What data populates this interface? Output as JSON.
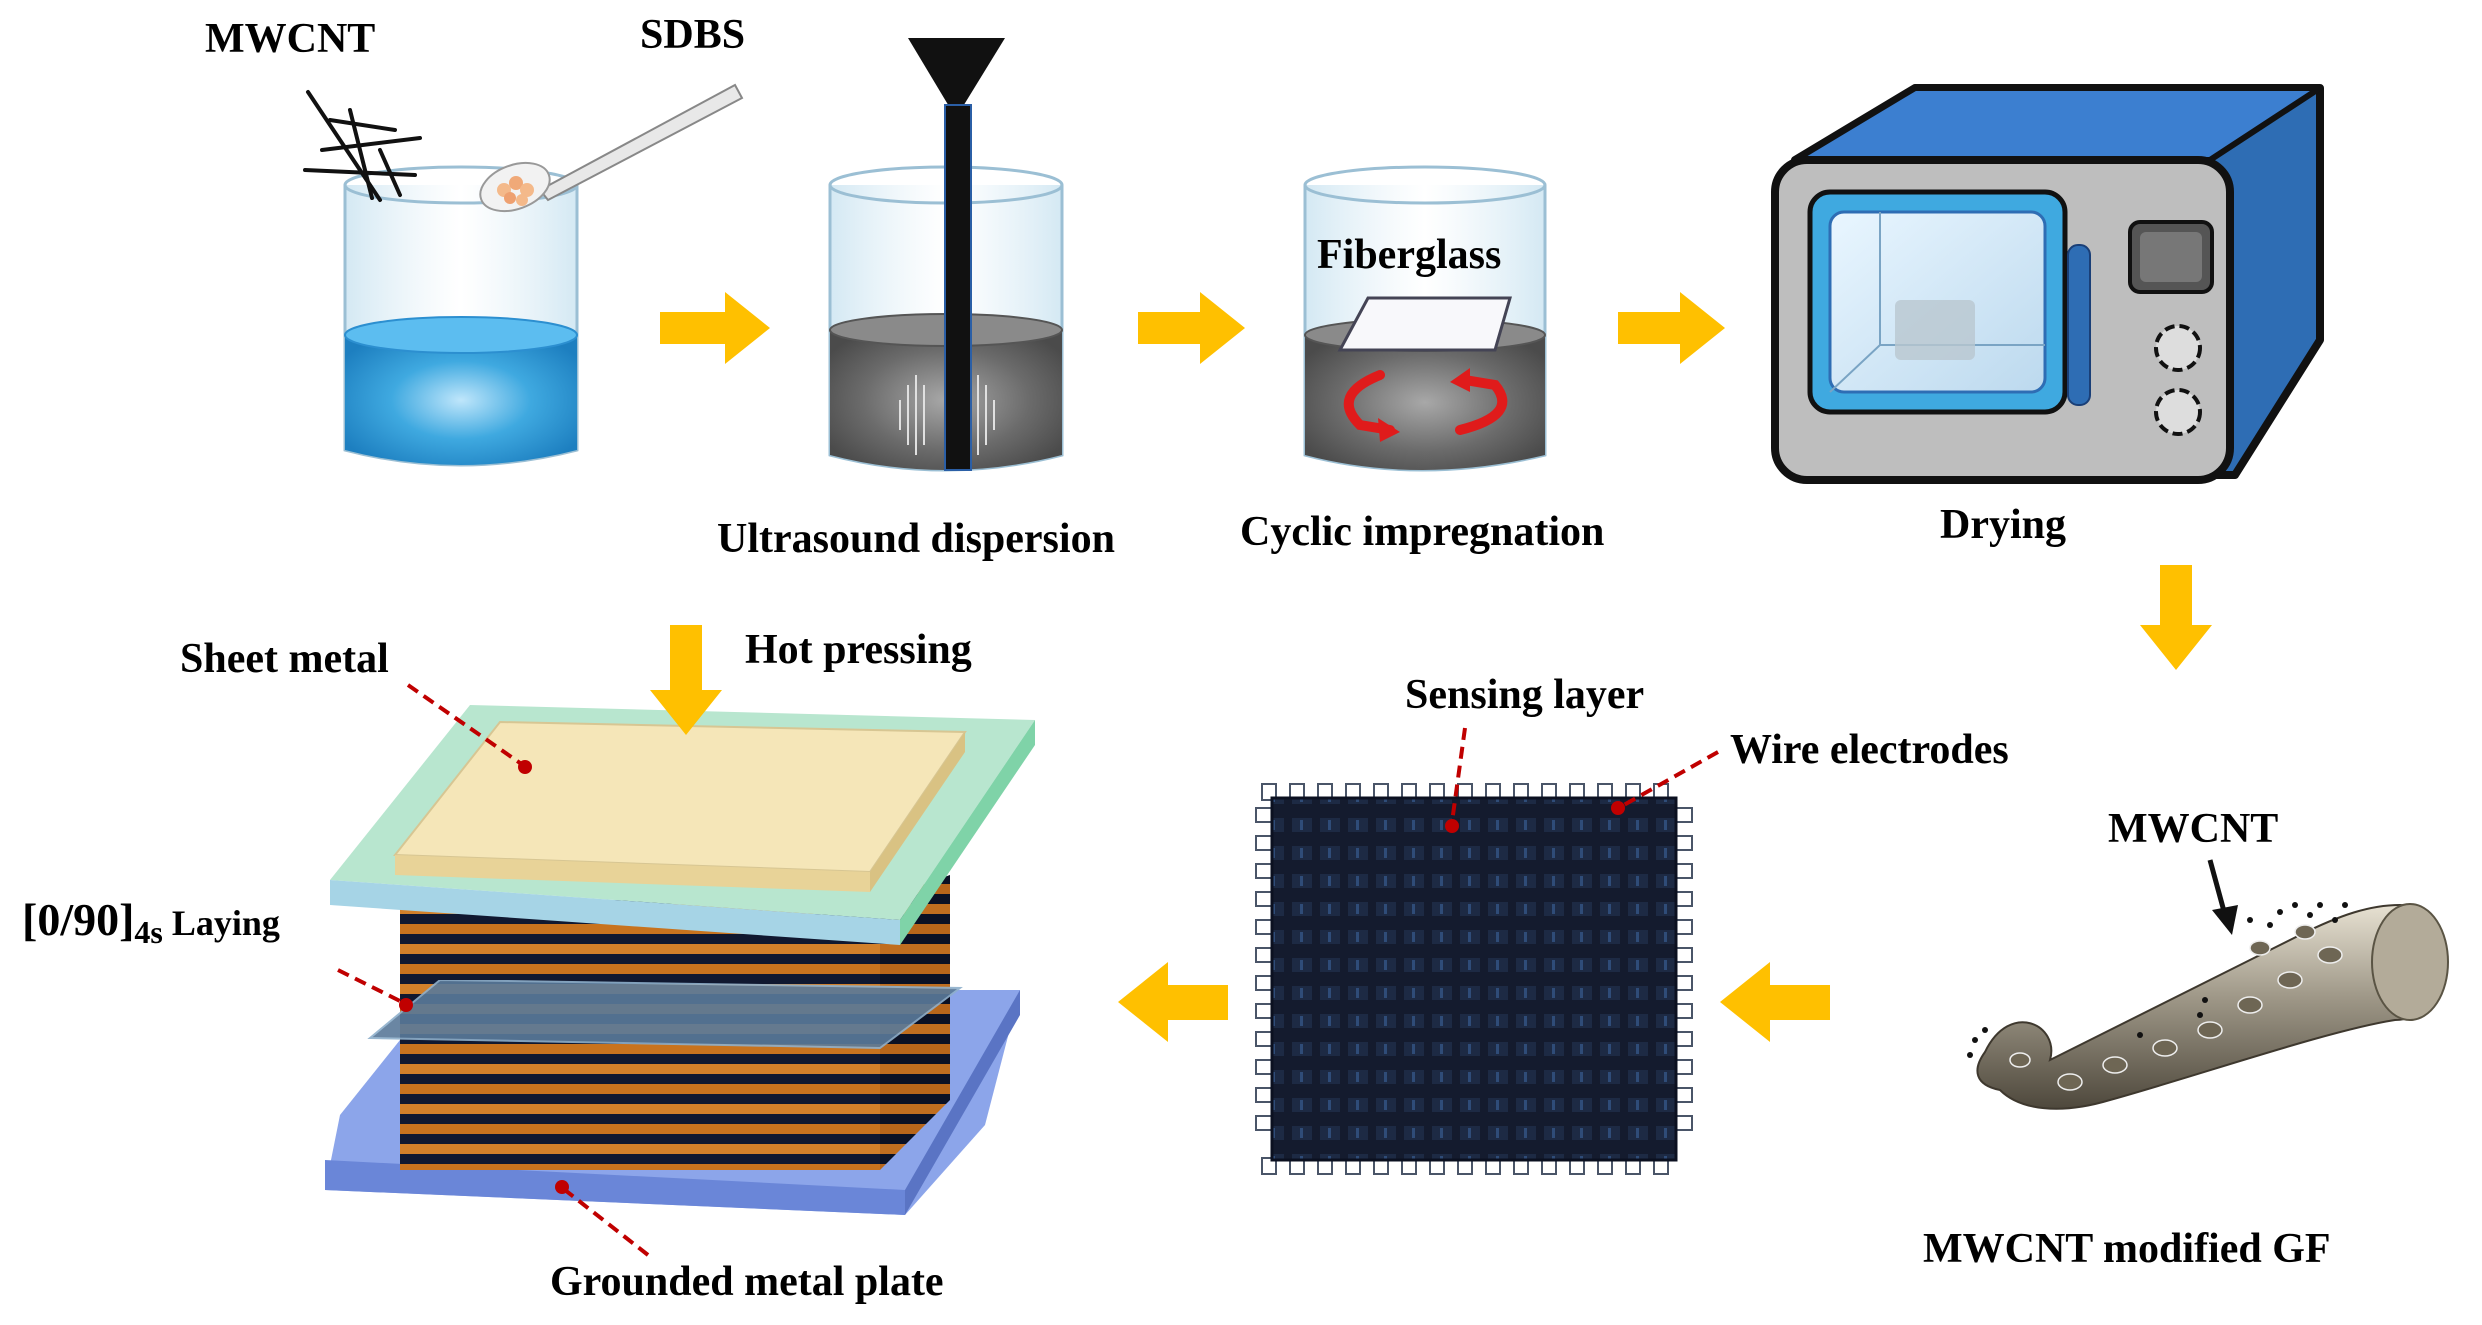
{
  "labels": {
    "mwcnt_top": "MWCNT",
    "sdbs": "SDBS",
    "fiberglass": "Fiberglass",
    "ultrasound": "Ultrasound dispersion",
    "cyclic": "Cyclic impregnation",
    "drying": "Drying",
    "hot_pressing": "Hot pressing",
    "sheet_metal": "Sheet metal",
    "laying_prefix": "[0/90]",
    "laying_sub": "4s",
    "laying_suffix": " Laying",
    "grounded_plate": "Grounded metal plate",
    "sensing_layer": "Sensing layer",
    "wire_electrodes": "Wire electrodes",
    "mwcnt_fiber": "MWCNT",
    "mwcnt_modified": "MWCNT modified GF"
  },
  "colors": {
    "arrow": "#FFC000",
    "water": "#3FA9E0",
    "dispersion": "#6B6B6B",
    "oven_body": "#2E6DB4",
    "oven_front": "#BEBEBE",
    "leader": "#C00000",
    "swirl": "#E01B1B",
    "sheet_metal": "#F5E6B8",
    "top_plate": "#7FD3A8",
    "bottom_plate": "#7F9BE8",
    "laminate_stripe": "#C8731E",
    "laminate_dark": "#101830"
  },
  "icons": [
    "right-arrow-icon",
    "down-arrow-icon",
    "left-arrow-icon",
    "beaker-icon",
    "spoon-icon",
    "probe-icon",
    "oven-icon",
    "fiber-icon"
  ]
}
